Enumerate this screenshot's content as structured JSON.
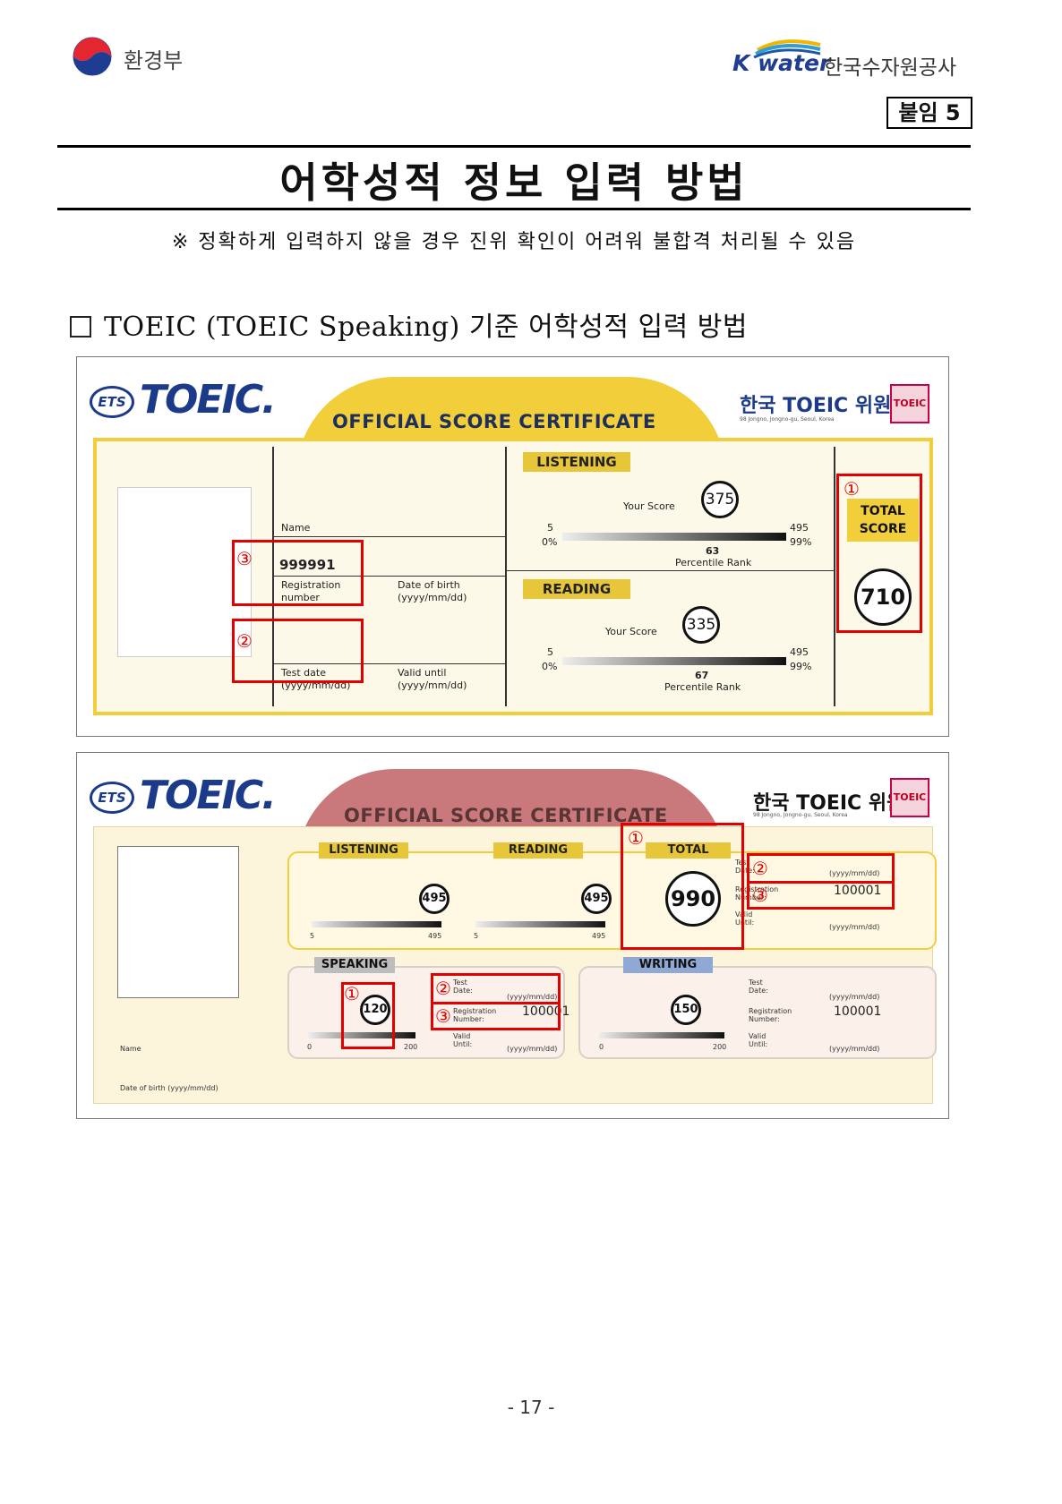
{
  "header": {
    "ministry_name": "환경부",
    "kwater_logo_text": "K water",
    "kwater_name": "한국수자원공사",
    "attachment_label": "붙임 5"
  },
  "document": {
    "title": "어학성적 정보 입력 방법",
    "note": "※ 정확하게 입력하지 않을 경우 진위 확인이 어려워 불합격 처리될 수 있음",
    "section_title": "TOEIC (TOEIC Speaking) 기준 어학성적 입력 방법",
    "page_number": "- 17 -"
  },
  "cert1": {
    "ets": "ETS",
    "brand": "TOEIC.",
    "banner": "OFFICIAL SCORE CERTIFICATE",
    "korea_committee": "한국 TOEIC 위원회",
    "address": "98 Jongno, Jongno-gu, Seoul, Korea",
    "seal_text": "TOEIC",
    "name_label": "Name",
    "reg_value": "999991",
    "reg_label_1": "Registration",
    "reg_label_2": "number",
    "dob_label_1": "Date of birth",
    "dob_label_2": "(yyyy/mm/dd)",
    "test_date_label_1": "Test date",
    "test_date_label_2": "(yyyy/mm/dd)",
    "valid_label_1": "Valid until",
    "valid_label_2": "(yyyy/mm/dd)",
    "listening": {
      "label": "LISTENING",
      "your_score": "Your Score",
      "score": "375",
      "min": "5",
      "min_pct": "0%",
      "max": "495",
      "max_pct": "99%",
      "percentile": "63",
      "percentile_label": "Percentile Rank"
    },
    "reading": {
      "label": "READING",
      "your_score": "Your Score",
      "score": "335",
      "min": "5",
      "min_pct": "0%",
      "max": "495",
      "max_pct": "99%",
      "percentile": "67",
      "percentile_label": "Percentile Rank"
    },
    "total_label_1": "TOTAL",
    "total_label_2": "SCORE",
    "total_score": "710",
    "markers": [
      "①",
      "②",
      "③"
    ]
  },
  "cert2": {
    "ets": "ETS",
    "brand": "TOEIC.",
    "banner": "OFFICIAL SCORE CERTIFICATE",
    "korea_committee": "한국 TOEIC 위원회",
    "address": "98 Jongno, Jongno-gu, Seoul, Korea",
    "seal_text": "TOEIC",
    "listening_label": "LISTENING",
    "listening_score": "495",
    "reading_label": "READING",
    "reading_score": "495",
    "bar_min": "5",
    "bar_max": "495",
    "total_label": "TOTAL",
    "total_score": "990",
    "lr_test_date_label": "Test Date:",
    "lr_reg_label": "Registration Number:",
    "lr_reg_value": "100001",
    "lr_valid_label": "Valid Until:",
    "date_format": "(yyyy/mm/dd)",
    "speaking_label": "SPEAKING",
    "speaking_score": "120",
    "sw_min": "0",
    "sw_max": "200",
    "s_test_date_label": "Test Date:",
    "s_reg_label": "Registration Number:",
    "s_reg_value": "100001",
    "s_valid_label": "Valid Until:",
    "writing_label": "WRITING",
    "writing_score": "150",
    "w_test_date_label": "Test Date:",
    "w_reg_label": "Registration Number:",
    "w_reg_value": "100001",
    "w_valid_label": "Valid Until:",
    "name_label": "Name",
    "dob_label": "Date of birth (yyyy/mm/dd)",
    "markers": [
      "①",
      "②",
      "③"
    ]
  },
  "colors": {
    "cert_yellow": "#f2cf3a",
    "cert_pink": "#c9797c",
    "speaking_gray": "#bdbdbd",
    "writing_blue": "#8fa8d6",
    "annotation_red": "#e30000",
    "brand_blue": "#1c3a8a"
  }
}
